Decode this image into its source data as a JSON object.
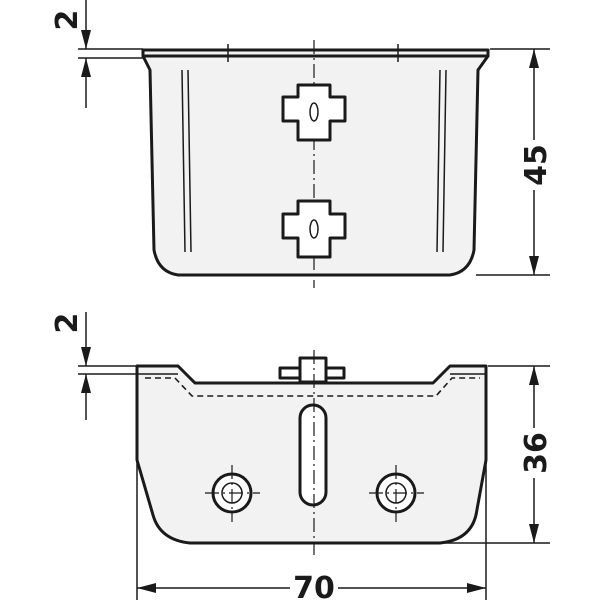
{
  "top_view": {
    "dim_top": "2",
    "dim_height": "45"
  },
  "front_view": {
    "dim_top": "2",
    "dim_height": "36",
    "dim_width": "70"
  }
}
